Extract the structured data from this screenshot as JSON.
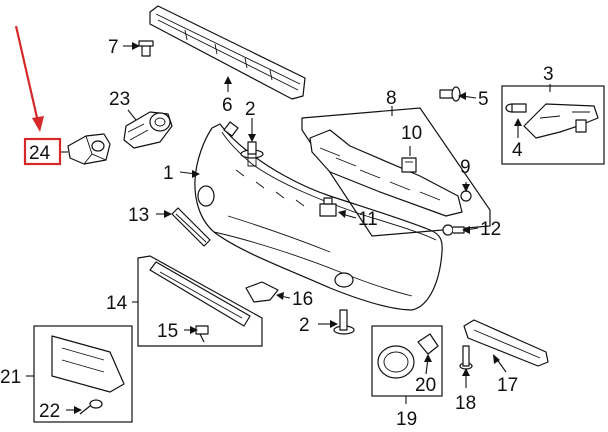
{
  "callouts": [
    {
      "id": "1",
      "text": "1"
    },
    {
      "id": "2a",
      "text": "2"
    },
    {
      "id": "2b",
      "text": "2"
    },
    {
      "id": "3",
      "text": "3"
    },
    {
      "id": "4",
      "text": "4"
    },
    {
      "id": "5",
      "text": "5"
    },
    {
      "id": "6",
      "text": "6"
    },
    {
      "id": "7",
      "text": "7"
    },
    {
      "id": "8",
      "text": "8"
    },
    {
      "id": "9",
      "text": "9"
    },
    {
      "id": "10",
      "text": "10"
    },
    {
      "id": "11",
      "text": "11"
    },
    {
      "id": "12",
      "text": "12"
    },
    {
      "id": "13",
      "text": "13"
    },
    {
      "id": "14",
      "text": "14"
    },
    {
      "id": "15",
      "text": "15"
    },
    {
      "id": "16",
      "text": "16"
    },
    {
      "id": "17",
      "text": "17"
    },
    {
      "id": "18",
      "text": "18"
    },
    {
      "id": "19",
      "text": "19"
    },
    {
      "id": "20",
      "text": "20"
    },
    {
      "id": "21",
      "text": "21"
    },
    {
      "id": "22",
      "text": "22"
    },
    {
      "id": "23",
      "text": "23"
    },
    {
      "id": "24",
      "text": "24"
    }
  ],
  "highlight": {
    "callout": "24",
    "color": "#d62828"
  },
  "colors": {
    "line": "#111111",
    "background": "#ffffff",
    "highlight": "#d62828"
  }
}
